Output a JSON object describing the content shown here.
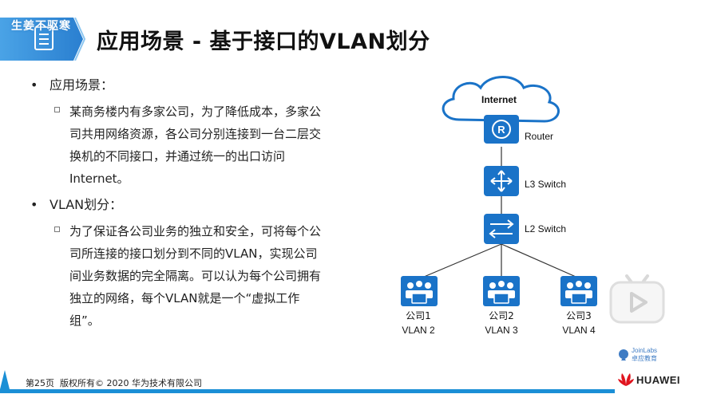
{
  "header": {
    "overlay_text": "生姜不驱寒",
    "title": "应用场景 - 基于接口的VLAN划分"
  },
  "body": {
    "items": [
      {
        "label": "应用场景：",
        "sub_lines": [
          "某商务楼内有多家公司，为了降低成本，多家公",
          "司共用网络资源，各公司分别连接到一台二层交",
          "换机的不同接口，并通过统一的出口访问",
          "Internet。"
        ]
      },
      {
        "label": "VLAN划分：",
        "sub_lines": [
          "为了保证各公司业务的独立和安全，可将每个公",
          "司所连接的接口划分到不同的VLAN，实现公司",
          "间业务数据的完全隔离。可以认为每个公司拥有",
          "独立的网络，每个VLAN就是一个“虚拟工作",
          "组”。"
        ]
      }
    ]
  },
  "diagram": {
    "internet": "Internet",
    "router": "Router",
    "router_glyph": "R",
    "l3_switch": "L3 Switch",
    "l2_switch": "L2 Switch",
    "companies": [
      {
        "name": "公司1",
        "vlan": "VLAN 2"
      },
      {
        "name": "公司2",
        "vlan": "VLAN 3"
      },
      {
        "name": "公司3",
        "vlan": "VLAN 4"
      }
    ]
  },
  "logos": {
    "joinlabs_en": "JoinLabs",
    "joinlabs_cn": "卓应教育",
    "huawei": "HUAWEI"
  },
  "footer": {
    "page": "第25页",
    "copyright": "版权所有© 2020 华为技术有限公司"
  },
  "colors": {
    "device_blue": "#1a73c8",
    "accent_blue": "#1a8fd6",
    "huawei_red": "#e0141e"
  }
}
